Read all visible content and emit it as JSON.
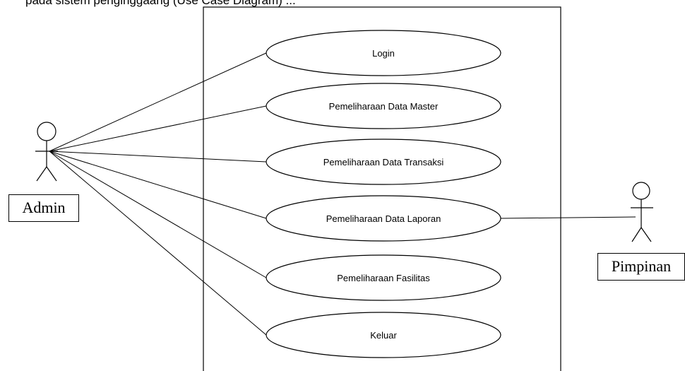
{
  "caption": "pada sistem penginggaang (Use Case Diagram) ...",
  "system_boundary": {},
  "actors": [
    {
      "id": "admin",
      "label": "Admin",
      "icon": "stick-figure-icon"
    },
    {
      "id": "pimpinan",
      "label": "Pimpinan",
      "icon": "stick-figure-icon"
    }
  ],
  "use_cases": [
    {
      "id": "login",
      "label": "Login"
    },
    {
      "id": "data-master",
      "label": "Pemeliharaan Data Master"
    },
    {
      "id": "data-transaksi",
      "label": "Pemeliharaan Data Transaksi"
    },
    {
      "id": "data-laporan",
      "label": "Pemeliharaan Data Laporan"
    },
    {
      "id": "fasilitas",
      "label": "Pemeliharaan Fasilitas"
    },
    {
      "id": "keluar",
      "label": "Keluar"
    }
  ],
  "associations": [
    {
      "actor": "admin",
      "use_case": "login"
    },
    {
      "actor": "admin",
      "use_case": "data-master"
    },
    {
      "actor": "admin",
      "use_case": "data-transaksi"
    },
    {
      "actor": "admin",
      "use_case": "data-laporan"
    },
    {
      "actor": "admin",
      "use_case": "fasilitas"
    },
    {
      "actor": "admin",
      "use_case": "keluar"
    },
    {
      "actor": "pimpinan",
      "use_case": "data-laporan"
    }
  ],
  "colors": {
    "stroke": "#000000",
    "background": "#ffffff"
  }
}
